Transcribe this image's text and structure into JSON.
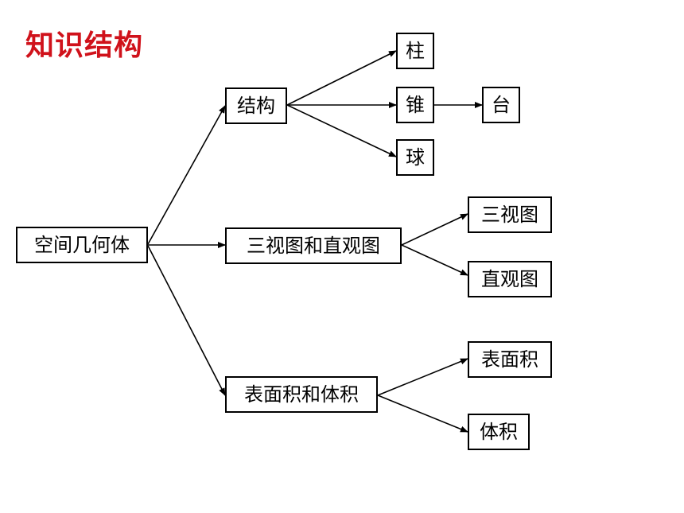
{
  "title": "知识结构",
  "colors": {
    "title": "#d0121b",
    "line": "#000000"
  },
  "nodes": {
    "root": "空间几何体",
    "structure": "结构",
    "prism": "柱",
    "cone": "锥",
    "frustum": "台",
    "sphere": "球",
    "views": "三视图和直观图",
    "three_view": "三视图",
    "intuitive": "直观图",
    "area_volume": "表面积和体积",
    "surface_area": "表面积",
    "volume": "体积"
  }
}
